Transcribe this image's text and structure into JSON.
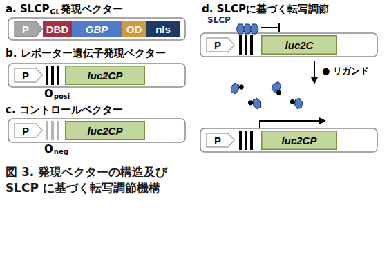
{
  "diagram": {
    "caption": "図 3. 発現ベクターの構造及び SLCP に基づく転写調節機構",
    "nodes": [
      {
        "text": [
          "P"
        ]
      },
      {
        "text": [
          "DBD"
        ]
      },
      {
        "text": [
          "GBP"
        ]
      },
      {
        "text": [
          "OD"
        ]
      },
      {
        "text": [
          "nls"
        ]
      },
      {
        "text": [
          "P"
        ]
      },
      {
        "text": [
          "luc2CP"
        ]
      },
      {
        "text": [
          "P"
        ]
      },
      {
        "text": [
          "luc2CP"
        ]
      },
      {
        "text": [
          "P"
        ]
      },
      {
        "text": [
          "luc2C"
        ]
      },
      {
        "text": [
          "P"
        ]
      },
      {
        "text": [
          "luc2CP"
        ]
      }
    ],
    "labels": [
      "a. SLCP",
      "GL",
      "発現ベクター",
      "b. レポーター遺伝子発現ベクター",
      "O",
      "posi",
      "c. コントロールベクター",
      "O",
      "neg",
      "d. SLCPに基づく転写調節",
      "SLCP",
      "● リガンド"
    ]
  }
}
